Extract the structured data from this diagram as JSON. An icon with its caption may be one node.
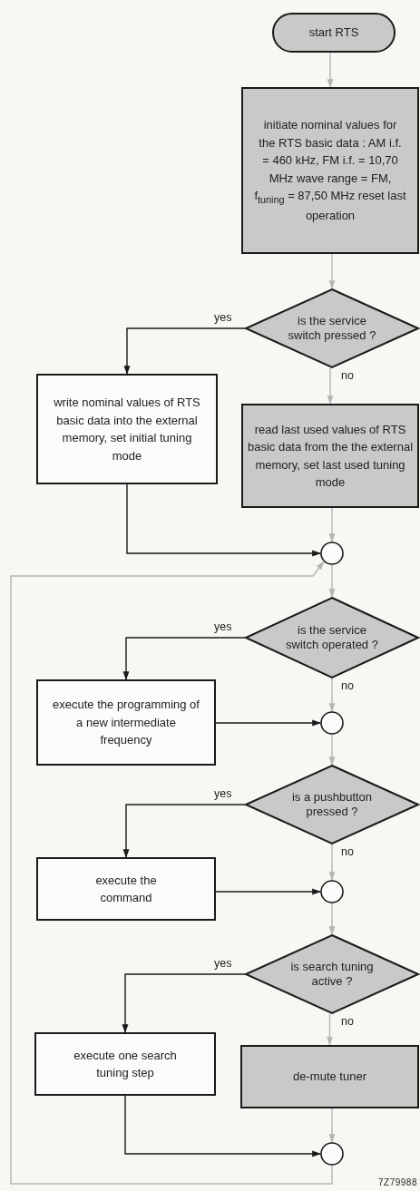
{
  "diagram": {
    "nodes": [
      {
        "text": [
          "start RTS"
        ]
      },
      {
        "text": [
          "initiate nominal values for the RTS basic data : AM i.f. = 460 kHz, FM i.f. = 10,70 MHz wave range = FM, f$_{tuning}$ = 87,50 MHz reset last operation"
        ]
      },
      {
        "text": [
          "is the service switch pressed ?"
        ]
      },
      {
        "text": [
          "write nominal values of RTS basic data into the external memory, set initial tuning mode"
        ]
      },
      {
        "text": [
          "read last used values of RTS basic data from the the external memory, set last used tuning mode"
        ]
      },
      {
        "text": [],
        "shape": "circle"
      },
      {
        "text": [
          "is the service switch operated ?"
        ]
      },
      {
        "text": [
          "execute the programming of a new intermediate frequency"
        ]
      },
      {
        "text": [],
        "shape": "circle"
      },
      {
        "text": [
          "is a pushbutton pressed ?"
        ]
      },
      {
        "text": [
          "execute the command"
        ]
      },
      {
        "text": [],
        "shape": "circle"
      },
      {
        "text": [
          "is search tuning active ?"
        ]
      },
      {
        "text": [
          "execute one search tuning step"
        ]
      },
      {
        "text": [
          "de-mute tuner"
        ]
      },
      {
        "text": [],
        "shape": "circle"
      }
    ],
    "edges": [
      {
        "from": 0,
        "to": 1,
        "arrow": "to"
      },
      {
        "from": 1,
        "to": 2,
        "arrow": "to"
      },
      {
        "from": 2,
        "to": 3,
        "arrow": "to",
        "label": "yes",
        "color": "#1a1a1a"
      },
      {
        "from": 2,
        "to": 4,
        "arrow": "to",
        "label": "no"
      },
      {
        "from": 3,
        "to": 5,
        "arrow": "to",
        "color": "#1a1a1a"
      },
      {
        "from": 4,
        "to": 5,
        "arrow": "to"
      },
      {
        "from": 5,
        "to": 6,
        "arrow": "to"
      },
      {
        "from": 6,
        "to": 7,
        "arrow": "to",
        "label": "yes",
        "color": "#1a1a1a"
      },
      {
        "from": 6,
        "to": 8,
        "arrow": "to",
        "label": "no"
      },
      {
        "from": 7,
        "to": 8,
        "arrow": "to",
        "color": "#1a1a1a"
      },
      {
        "from": 8,
        "to": 9,
        "arrow": "to"
      },
      {
        "from": 9,
        "to": 10,
        "arrow": "to",
        "label": "yes",
        "color": "#1a1a1a"
      },
      {
        "from": 9,
        "to": 11,
        "arrow": "to",
        "label": "no"
      },
      {
        "from": 10,
        "to": 11,
        "arrow": "to",
        "color": "#1a1a1a"
      },
      {
        "from": 11,
        "to": 12,
        "arrow": "to"
      },
      {
        "from": 12,
        "to": 13,
        "arrow": "to",
        "label": "yes",
        "color": "#1a1a1a"
      },
      {
        "from": 12,
        "to": 14,
        "arrow": "to",
        "label": "no"
      },
      {
        "from": 13,
        "to": 15,
        "arrow": "to",
        "color": "#1a1a1a"
      },
      {
        "from": 14,
        "to": 15,
        "arrow": "to"
      },
      {
        "from": 15,
        "to": 5,
        "arrow": "to"
      }
    ],
    "labels": [
      "7Z79988"
    ]
  }
}
